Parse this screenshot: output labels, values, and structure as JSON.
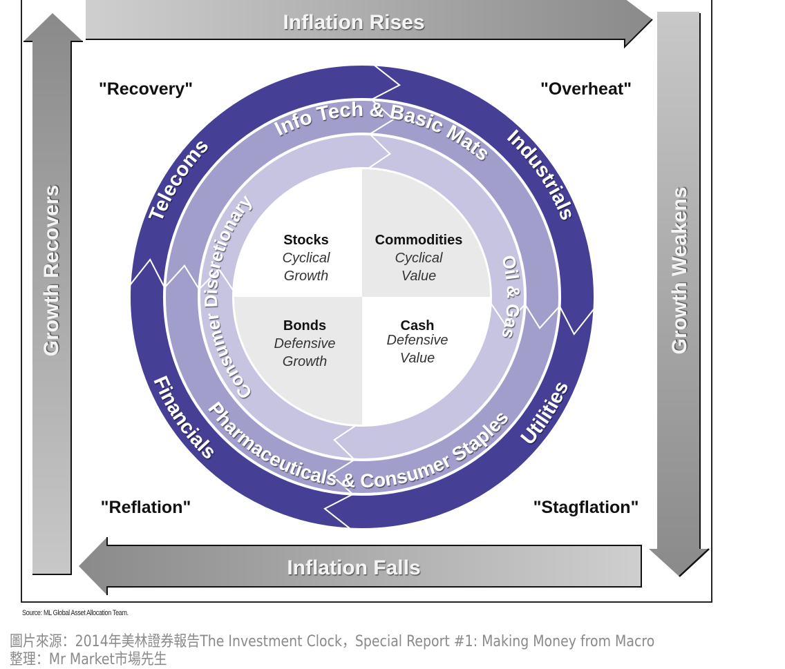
{
  "arrows": {
    "top": "Inflation Rises",
    "bottom": "Inflation Falls",
    "left": "Growth Recovers",
    "right": "Growth Weakens"
  },
  "phases": {
    "top_left": "\"Recovery\"",
    "top_right": "\"Overheat\"",
    "bottom_left": "\"Reflation\"",
    "bottom_right": "\"Stagflation\""
  },
  "outer_ring": {
    "top_left": "Telecoms",
    "top_right": "Industrials",
    "bottom_right": "Utilities",
    "bottom_left": "Financials"
  },
  "middle_ring": {
    "top": "Info Tech & Basic Mats",
    "bottom": "Pharmaceuticals & Consumer Staples"
  },
  "inner_ring": {
    "left": "Consumer Discretionary",
    "right": "Oil & Gas"
  },
  "quadrants": [
    {
      "asset": "Stocks",
      "line1": "Cyclical",
      "line2": "Growth"
    },
    {
      "asset": "Commodities",
      "line1": "Cyclical",
      "line2": "Value"
    },
    {
      "asset": "Bonds",
      "line1": "Defensive",
      "line2": "Growth"
    },
    {
      "asset": "Cash",
      "line1": "Defensive",
      "line2": "Value"
    }
  ],
  "colors": {
    "outer_ring": "#453f96",
    "middle_ring": "#a29ecb",
    "inner_ring": "#c7c4e2",
    "quadrant_white": "#ffffff",
    "quadrant_grey": "#e9e9e9"
  },
  "footer": {
    "source": "Source: ML Global Asset Allocation Team.",
    "caption_line1": "圖片來源：2014年美林證券報告The Investment Clock，Special Report #1: Making Money from Macro",
    "caption_line2": "整理：Mr Market市場先生"
  }
}
